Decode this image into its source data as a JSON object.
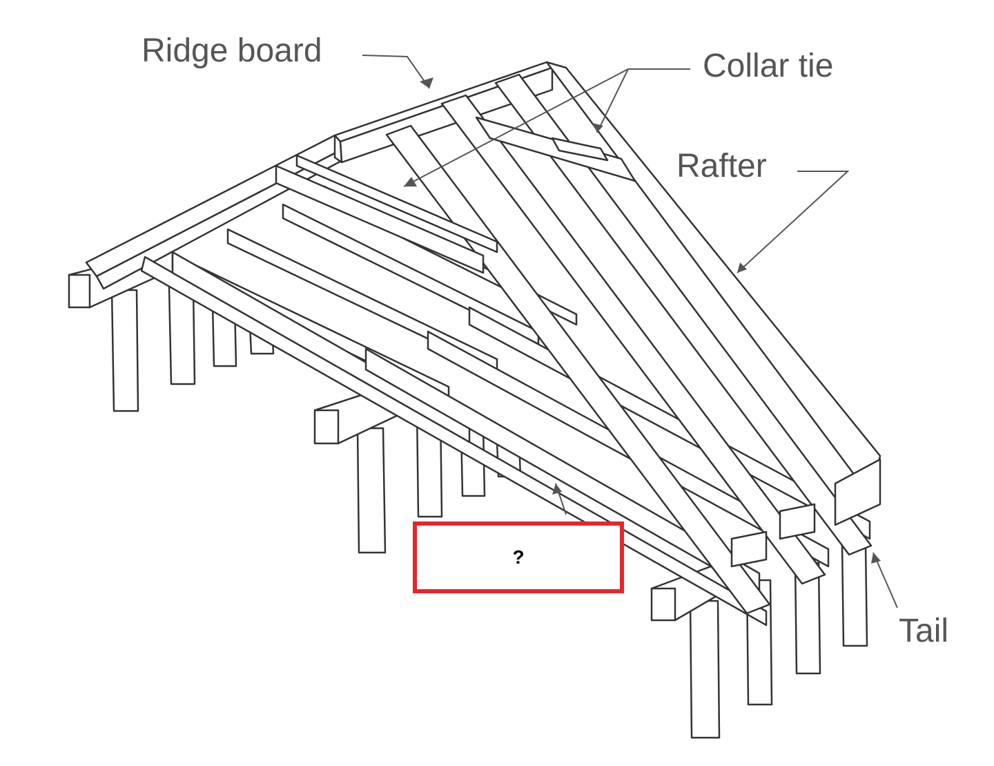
{
  "labels": {
    "ridge_board": "Ridge board",
    "collar_tie": "Collar tie",
    "rafter": "Rafter",
    "tail": "Tail"
  },
  "question_box": {
    "text": "?",
    "border_color": "#e8262a"
  },
  "colors": {
    "line": "#333333",
    "label_text": "#555555",
    "background": "#ffffff"
  }
}
